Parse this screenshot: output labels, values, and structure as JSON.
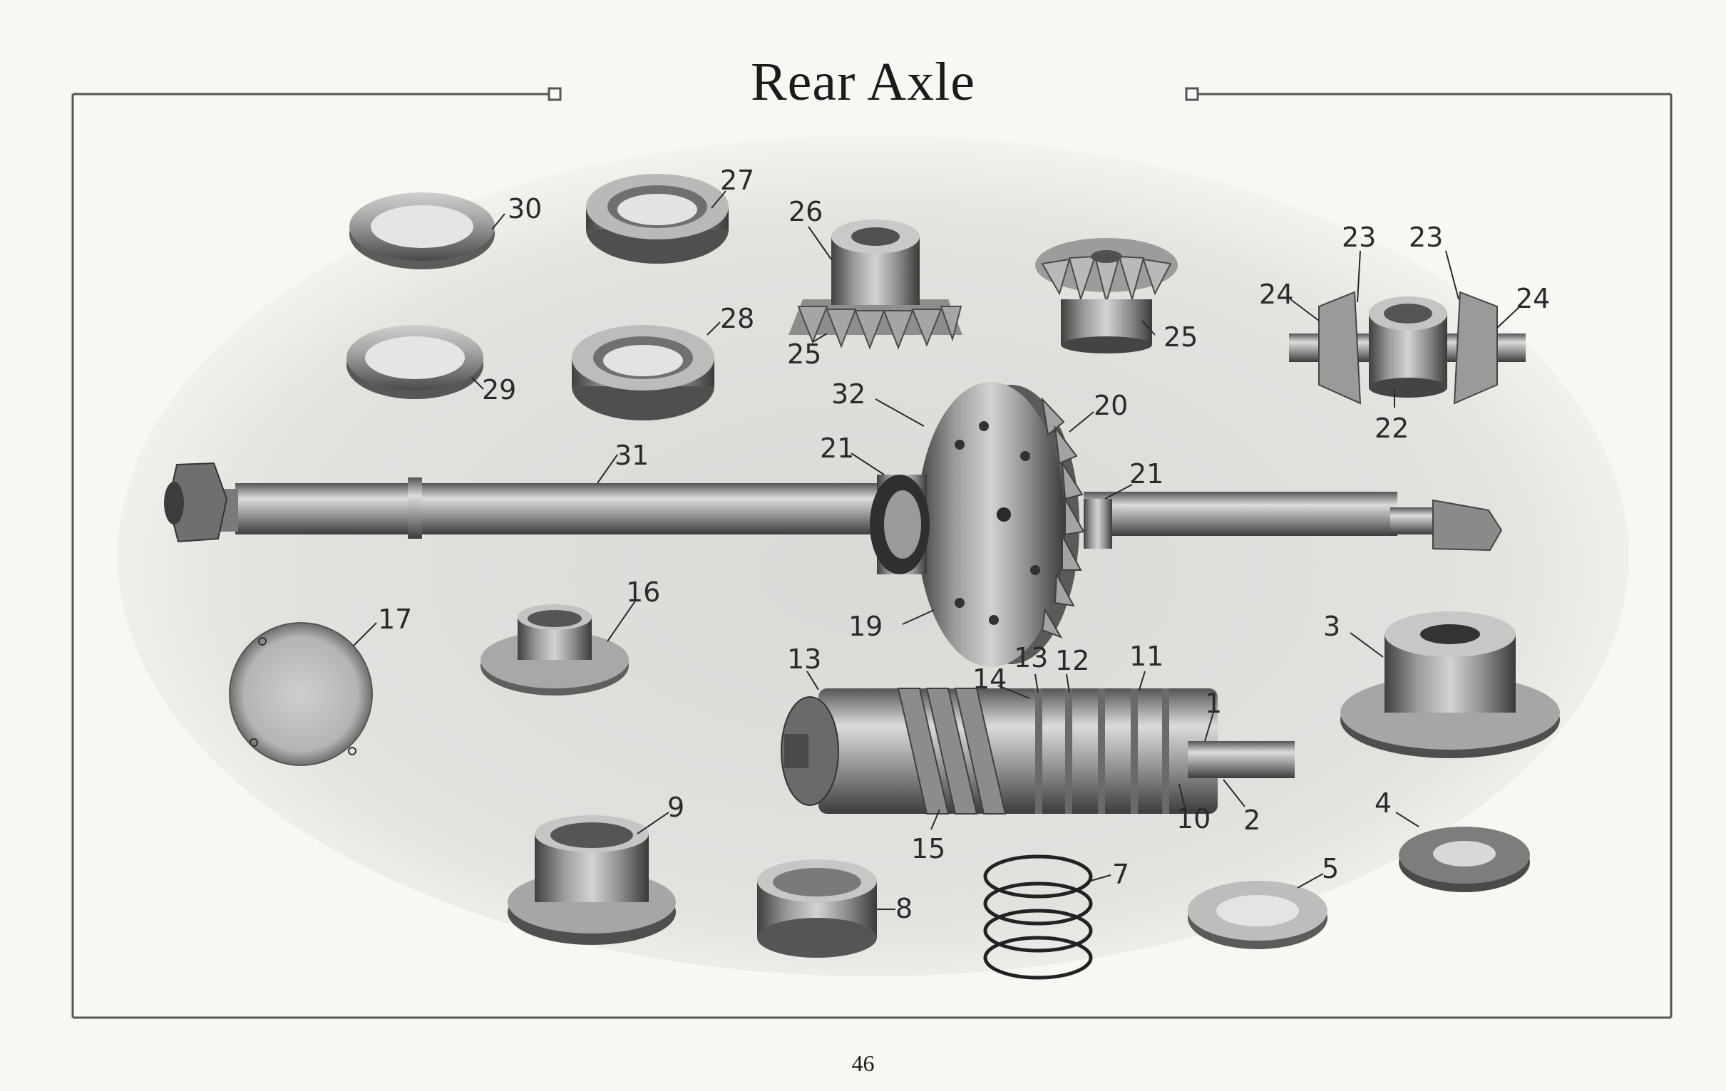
{
  "page": {
    "title": "Rear Axle",
    "page_number": "46"
  },
  "callouts": [
    {
      "id": "n30",
      "label": "30"
    },
    {
      "id": "n27",
      "label": "27"
    },
    {
      "id": "n26",
      "label": "26"
    },
    {
      "id": "n23a",
      "label": "23"
    },
    {
      "id": "n23b",
      "label": "23"
    },
    {
      "id": "n24a",
      "label": "24"
    },
    {
      "id": "n24b",
      "label": "24"
    },
    {
      "id": "n28",
      "label": "28"
    },
    {
      "id": "n25a",
      "label": "25"
    },
    {
      "id": "n25b",
      "label": "25"
    },
    {
      "id": "n29",
      "label": "29"
    },
    {
      "id": "n22",
      "label": "22"
    },
    {
      "id": "n32",
      "label": "32"
    },
    {
      "id": "n20",
      "label": "20"
    },
    {
      "id": "n31",
      "label": "31"
    },
    {
      "id": "n21a",
      "label": "21"
    },
    {
      "id": "n21b",
      "label": "21"
    },
    {
      "id": "n17",
      "label": "17"
    },
    {
      "id": "n16",
      "label": "16"
    },
    {
      "id": "n19",
      "label": "19"
    },
    {
      "id": "n3",
      "label": "3"
    },
    {
      "id": "n13a",
      "label": "13"
    },
    {
      "id": "n14",
      "label": "14"
    },
    {
      "id": "n13b",
      "label": "13"
    },
    {
      "id": "n12",
      "label": "12"
    },
    {
      "id": "n11",
      "label": "11"
    },
    {
      "id": "n1",
      "label": "1"
    },
    {
      "id": "n9",
      "label": "9"
    },
    {
      "id": "n10",
      "label": "10"
    },
    {
      "id": "n2",
      "label": "2"
    },
    {
      "id": "n4",
      "label": "4"
    },
    {
      "id": "n15",
      "label": "15"
    },
    {
      "id": "n7",
      "label": "7"
    },
    {
      "id": "n5",
      "label": "5"
    },
    {
      "id": "n8",
      "label": "8"
    }
  ]
}
